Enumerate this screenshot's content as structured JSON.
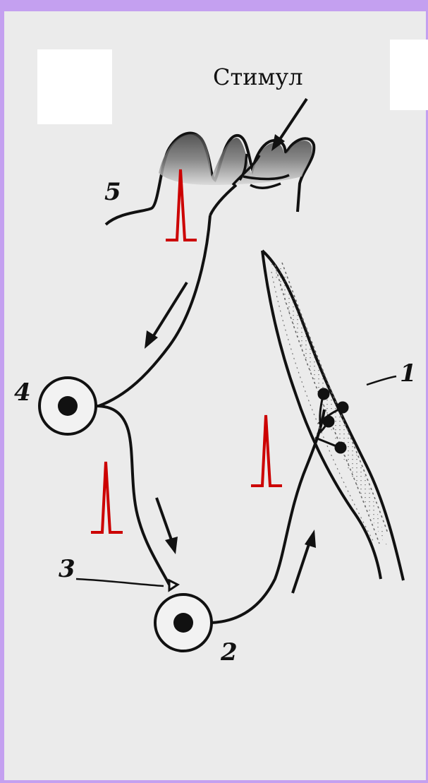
{
  "diagram": {
    "stimulus_label": "Стимул",
    "labels": {
      "muscle": "1",
      "motor_neuron": "2",
      "synapse": "3",
      "sensory_neuron": "4",
      "receptor_skin": "5"
    },
    "colors": {
      "background_frame": "#c4a0f0",
      "paper": "#ebebeb",
      "ink": "#111111",
      "impulse": "#cc0000"
    },
    "icons": [
      "stimulus-arrow-icon",
      "impulse-spike-icon",
      "direction-arrow-icon",
      "neuron-cell-icon"
    ]
  }
}
